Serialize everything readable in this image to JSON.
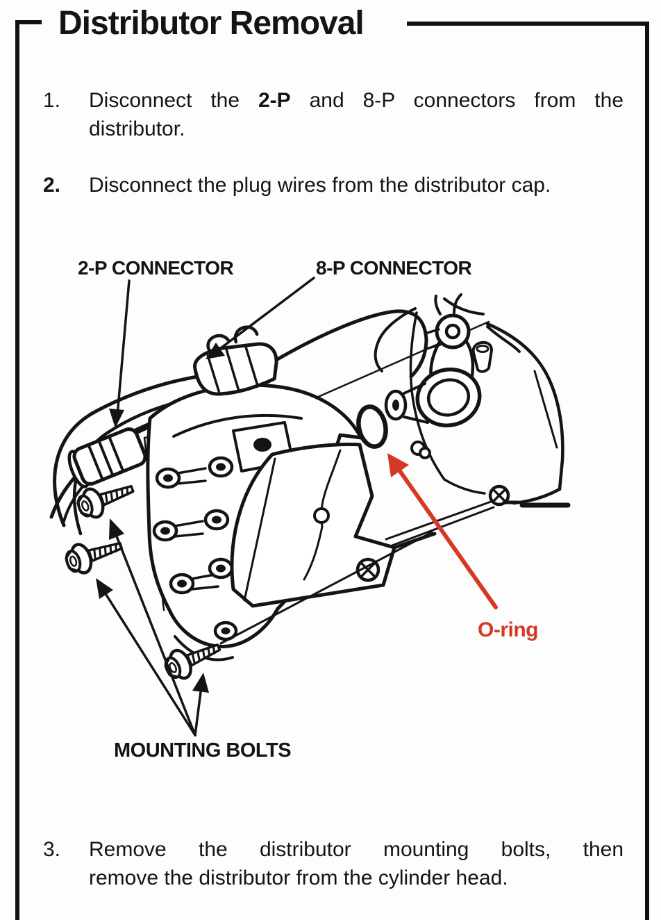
{
  "page": {
    "title": "Distributor Removal"
  },
  "steps": [
    {
      "num": "1.",
      "line1_pre": "Disconnect the ",
      "line1_bold": "2-P",
      "line1_post": " and 8-P connectors from the",
      "line2": "distributor."
    },
    {
      "num": "2.",
      "line1": "Disconnect the plug wires from the distributor cap."
    },
    {
      "num": "3.",
      "line1": "Remove the distributor mounting bolts, then",
      "line2": "remove the distributor from the cylinder head."
    }
  ],
  "diagram": {
    "labels": {
      "two_p_connector": "2-P CONNECTOR",
      "eight_p_connector": "8-P CONNECTOR",
      "o_ring": "O-ring",
      "mounting_bolts": "MOUNTING BOLTS"
    },
    "colors": {
      "ink": "#141414",
      "highlight_red": "#d63826"
    }
  }
}
